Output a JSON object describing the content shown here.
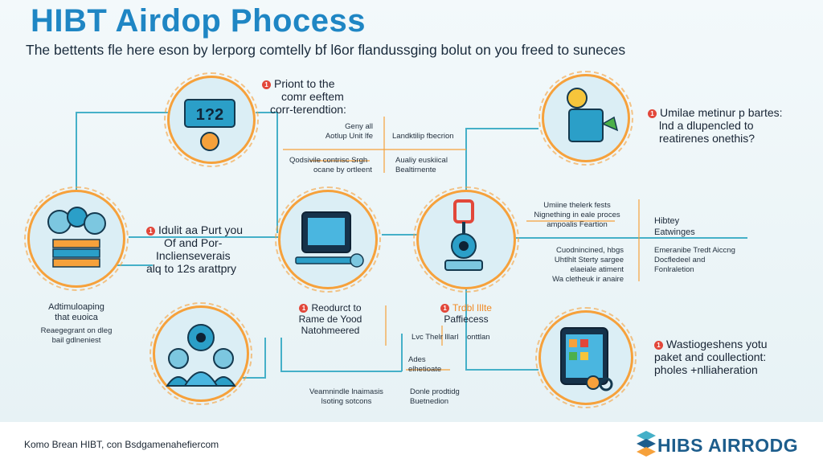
{
  "header": {
    "title": "HIBT Airdop Phocess",
    "subtitle": "The bettents fle here eson by lerporg comtelly bf l6or flandussging bolut on you freed to suneces"
  },
  "steps": {
    "top_center": {
      "heading_lines": [
        "Priont to the",
        "comr eeftem",
        "corr-terendtion:"
      ],
      "notes_left": [
        "Geny all",
        "Aotlup Unit lfe"
      ],
      "notes_right": [
        "Landktilip fbecrion"
      ],
      "notes_left2": [
        "Qodsivile contrisc Srgh",
        "ocane by ortleent"
      ],
      "notes_right2": [
        "Aualiy euskiical",
        "Bealtirnente"
      ]
    },
    "top_right": {
      "heading_lines": [
        "Umilae metinur p bartes:",
        "lnd a dlupencled to",
        "reatirenes onethis?"
      ]
    },
    "middle_left": {
      "heading_lines": [
        "Idulit aa Purt you",
        "Of and Por-",
        "Inclienseverais",
        "alq to 12s arattpry"
      ]
    },
    "middle_right": {
      "notes_top": [
        "Umiine thelerk fests",
        "Nignething in eale proces",
        "ampoalis Feartion"
      ],
      "label_right": [
        "Hibtey",
        "Eatwinges"
      ],
      "notes_bottom": [
        "Cuodnincined, hbgs",
        "Uhtlhlt Sterty sargee",
        "elaeiale atiment",
        "Wa cletheuk ir anaire"
      ],
      "notes_far_right": [
        "Emeranibe Tredt Aiccng",
        "Docfledeel and",
        "Fonlraletion"
      ]
    },
    "bottom_left_caption": {
      "heading_lines": [
        "Adtimuloaping",
        "that euoica"
      ],
      "notes": [
        "Reaegegrant on dleg",
        "bail gdlneniest"
      ]
    },
    "bottom_center": {
      "heading_lines": [
        "Reodurct to",
        "Rame de Yood",
        "Natohmeered"
      ],
      "notes_bottom": [
        "Veamnindle lnaimasis",
        "lsoting sotcons"
      ]
    },
    "bottom_center_right": {
      "heading_lines": [
        "Trdbl lIlte",
        "Paffiecess"
      ],
      "notes": [
        "Lvc Thelr lllarl",
        "onttlan"
      ],
      "notes2": [
        "Ades",
        "elhetioate"
      ],
      "notes3": [
        "Donle prodtidg",
        "Buetnedion"
      ]
    },
    "bottom_right": {
      "heading_lines": [
        "Wastiogeshens yotu",
        "paket and coullectiont:",
        "pholes +nlliaheration"
      ]
    }
  },
  "footer": {
    "left_text": "Komo Brean HIBT, con Bsdgamenahefiercom",
    "brand_name": "HIBS AIRRODG"
  },
  "colors": {
    "title_blue": "#1f86c4",
    "line_teal": "#45b0c8",
    "ring_orange": "#f6a13b",
    "brand_blue": "#1d5d8c"
  }
}
